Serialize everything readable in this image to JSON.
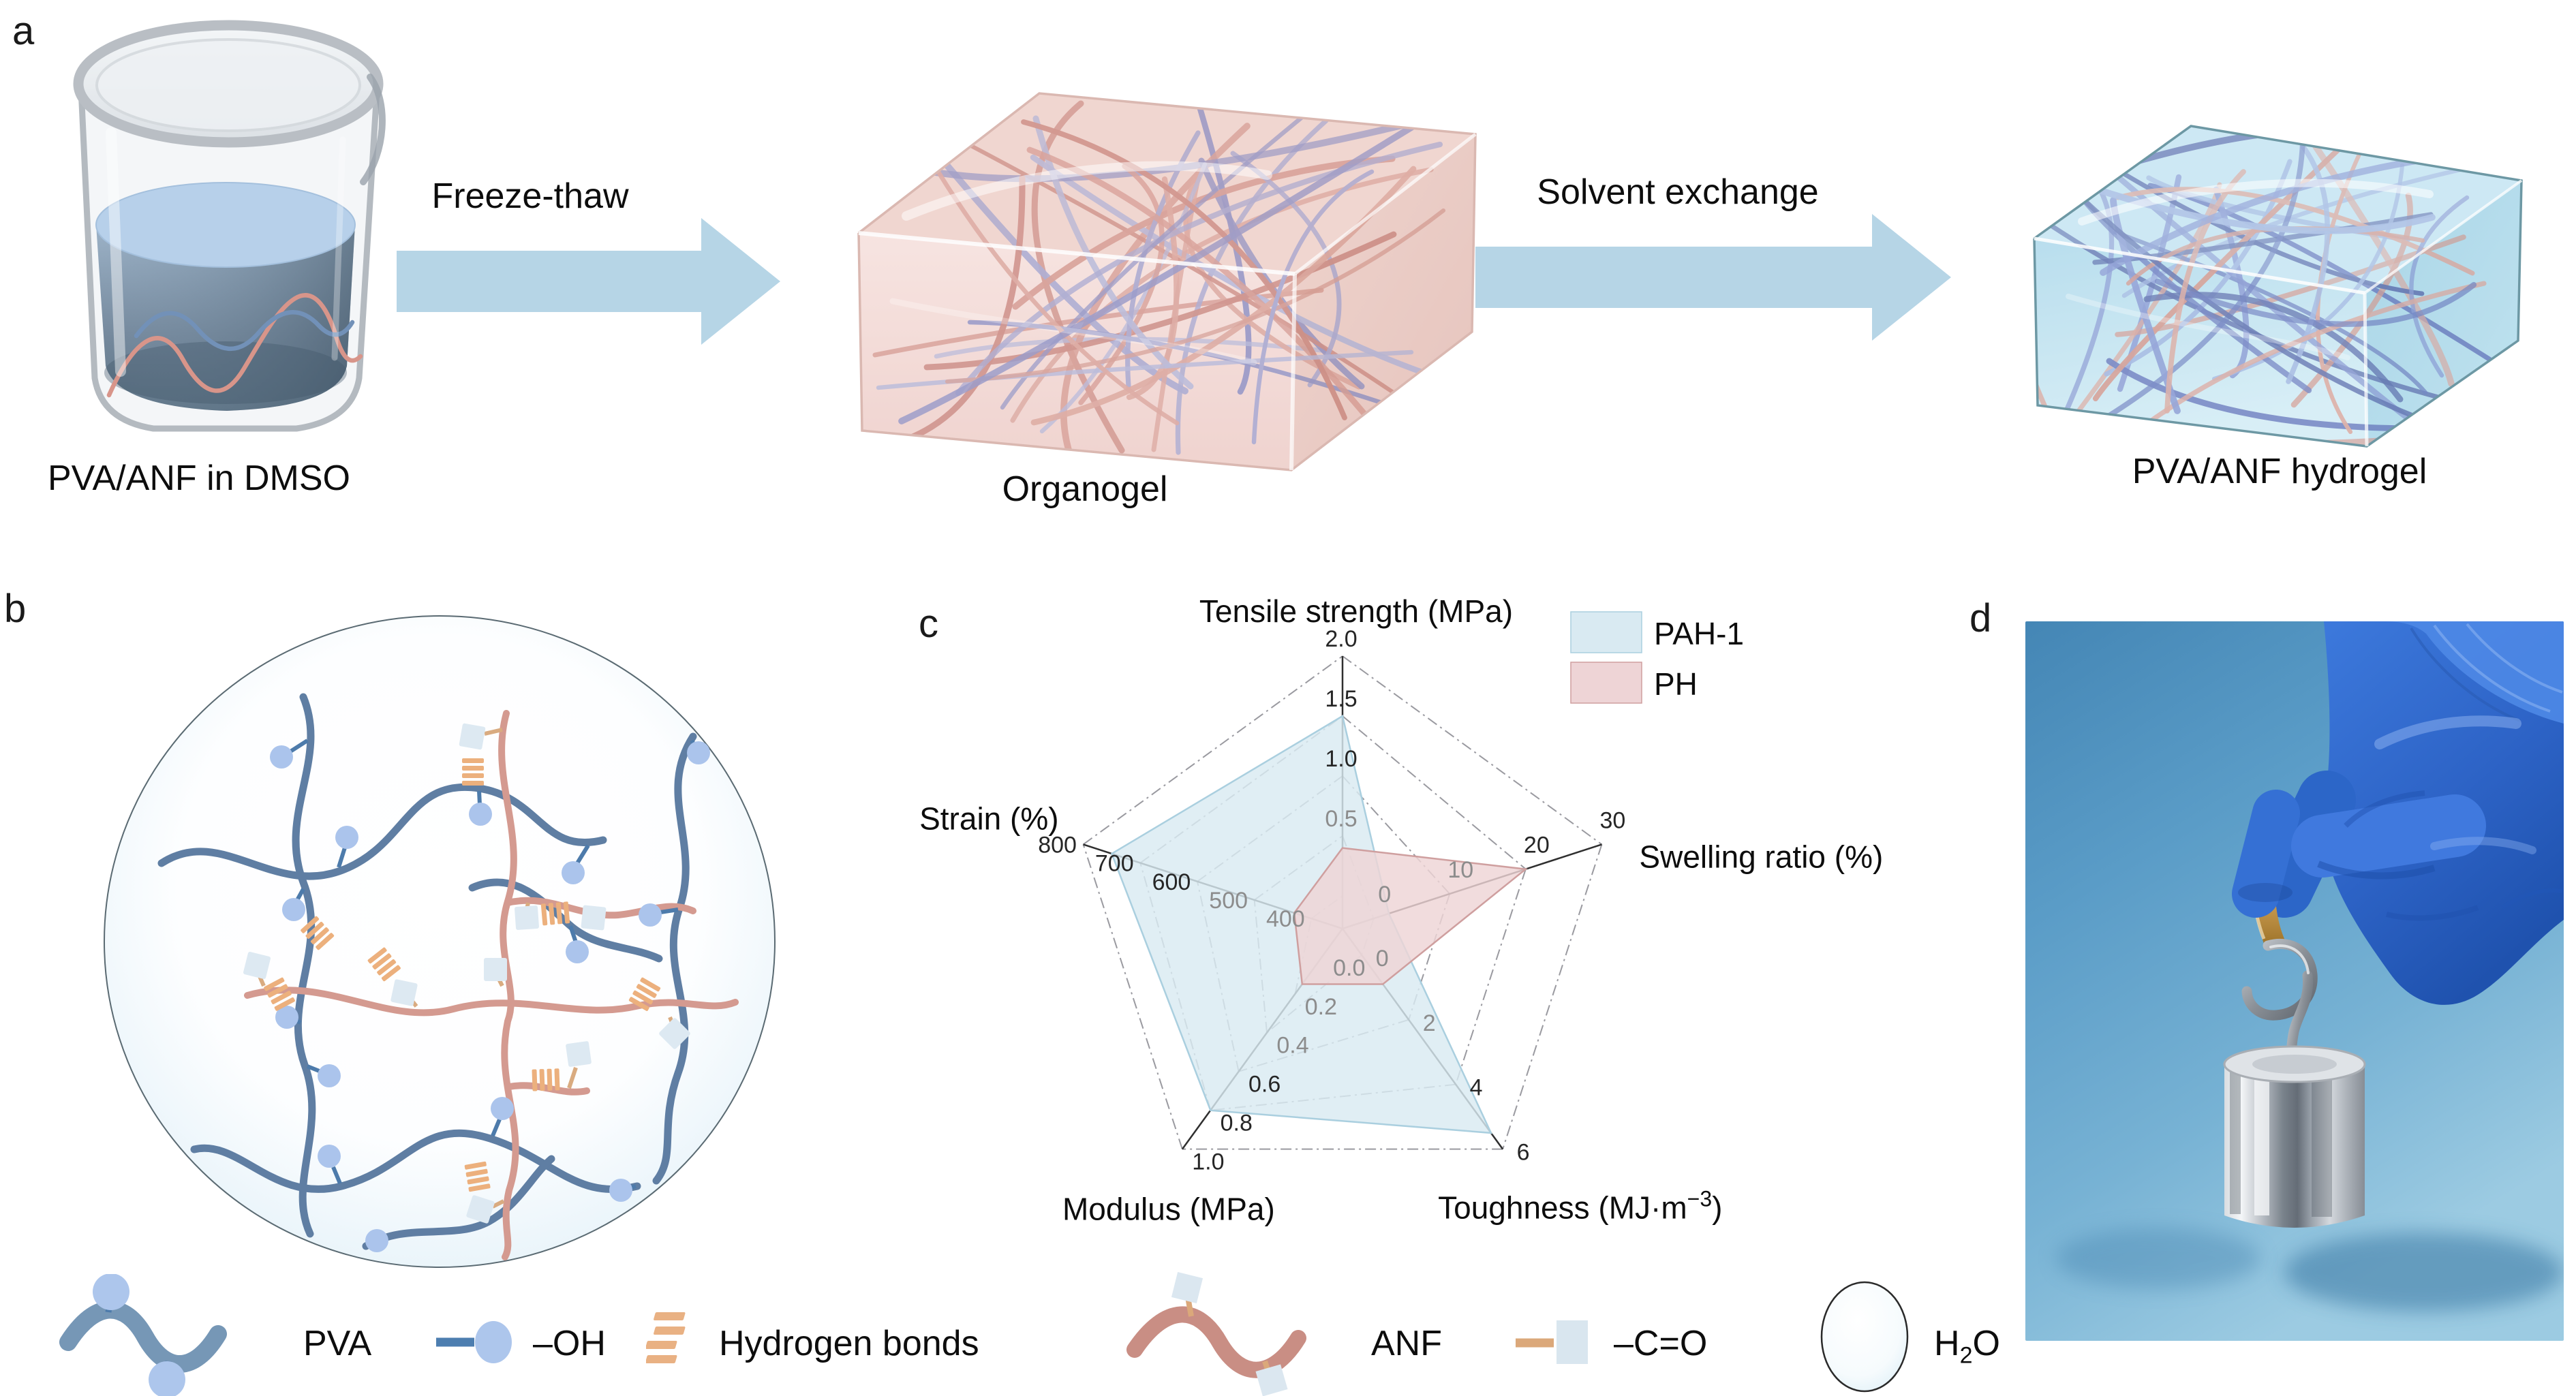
{
  "panel_a": {
    "label": "a",
    "beaker_caption": "PVA/ANF in DMSO",
    "arrow1_label": "Freeze-thaw",
    "organogel_caption": "Organogel",
    "arrow2_label": "Solvent exchange",
    "hydrogel_caption": "PVA/ANF hydrogel",
    "arrow_color": "#b6d5e6"
  },
  "panel_b": {
    "label": "b"
  },
  "panel_c": {
    "label": "c"
  },
  "panel_d": {
    "label": "d"
  },
  "chart_data": {
    "type": "radar",
    "title": "",
    "grid": "dash-dot pentagon, irregular per-axis tick web",
    "legend_position": "top-right",
    "axes": [
      {
        "label": "Tensile strength (MPa)",
        "min": 0,
        "max": 2.0,
        "ticks": [
          "0.5",
          "1.0",
          "1.5",
          "2.0"
        ]
      },
      {
        "label": "Swelling ratio (%)",
        "min": 0,
        "max": 30,
        "ticks": [
          "0",
          "10",
          "20",
          "30"
        ]
      },
      {
        "label": "Toughness (MJ·m⁻³)",
        "label_main": "Toughness (MJ·m",
        "label_sup": "−3",
        "label_end": ")",
        "min": 0,
        "max": 6,
        "ticks": [
          "0",
          "2",
          "4",
          "6"
        ]
      },
      {
        "label": "Modulus (MPa)",
        "min": 0,
        "max": 1.0,
        "ticks": [
          "0.0",
          "0.2",
          "0.4",
          "0.6",
          "0.8",
          "1.0"
        ]
      },
      {
        "label": "Strain (%)",
        "min": 400,
        "max": 800,
        "ticks": [
          "400",
          "500",
          "600",
          "700",
          "800"
        ]
      }
    ],
    "series": [
      {
        "name": "PAH-1",
        "values": [
          1.5,
          2,
          5.5,
          0.8,
          750
        ],
        "fill": "#d9eaf2",
        "stroke": "#aacfdf"
      },
      {
        "name": "PH",
        "values": [
          0.4,
          20,
          0.9,
          0.15,
          430
        ],
        "fill": "#eed4d6",
        "stroke": "#cf9f9f"
      }
    ]
  },
  "molecule_legend": {
    "pva": {
      "icon": "pva-chain-icon",
      "label": "PVA"
    },
    "oh": {
      "icon": "hydroxyl-icon",
      "label": "–OH"
    },
    "hbond": {
      "icon": "hydrogen-bond-icon",
      "label": "Hydrogen bonds"
    },
    "anf": {
      "icon": "anf-chain-icon",
      "label": "ANF"
    },
    "co": {
      "icon": "carbonyl-icon",
      "label": "–C=O"
    },
    "water": {
      "icon": "water-icon",
      "pre": "H",
      "sub": "2",
      "post": "O"
    }
  },
  "colors": {
    "process_arrow": "#b6d5e6",
    "pva_chain": "#5f7ea3",
    "anf_chain": "#d49a90",
    "oh_group": "#abc4ec",
    "co_group": "#dde9f2",
    "hydrogen_bond": "#e9b183"
  }
}
